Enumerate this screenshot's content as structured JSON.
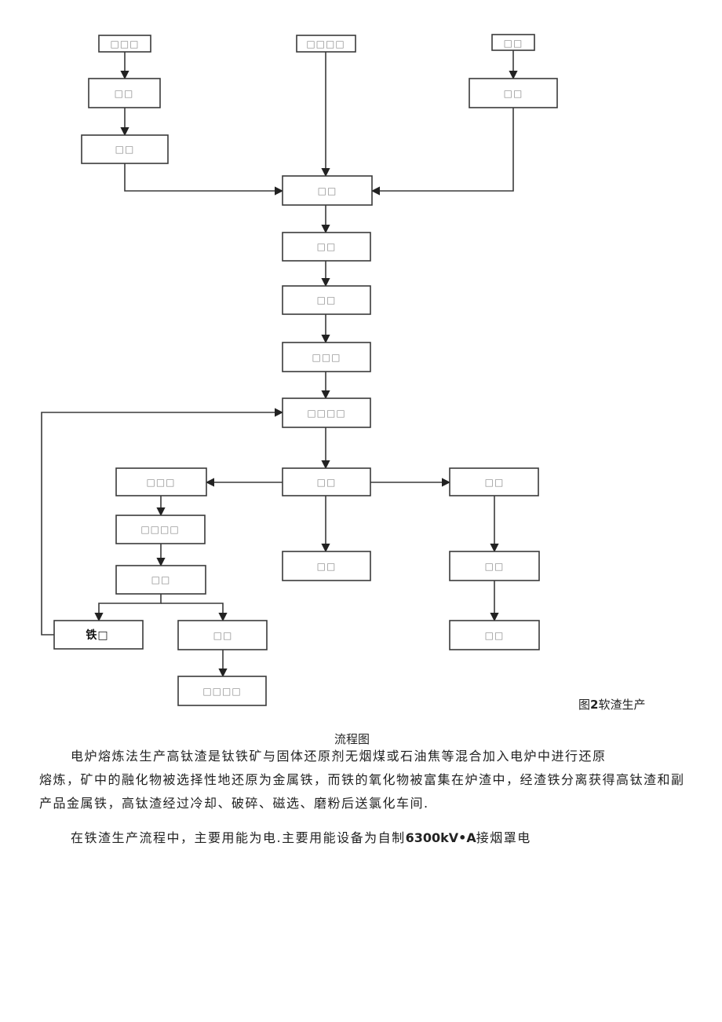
{
  "flowchart": {
    "boxes": [
      {
        "id": "b1",
        "text": "□□□"
      },
      {
        "id": "b2",
        "text": "□□□□"
      },
      {
        "id": "b3",
        "text": "□□"
      },
      {
        "id": "b4",
        "text": "□□"
      },
      {
        "id": "b5",
        "text": "□□"
      },
      {
        "id": "b6",
        "text": "□□"
      },
      {
        "id": "b7",
        "text": "□□"
      },
      {
        "id": "b8",
        "text": "□□"
      },
      {
        "id": "b9",
        "text": "□□"
      },
      {
        "id": "b10",
        "text": "□□□"
      },
      {
        "id": "b11",
        "text": "□□□□"
      },
      {
        "id": "b12",
        "text": "□□□"
      },
      {
        "id": "b13",
        "text": "□□"
      },
      {
        "id": "b14",
        "text": "□□"
      },
      {
        "id": "b15",
        "text": "□□□□"
      },
      {
        "id": "b16",
        "text": "□□"
      },
      {
        "id": "b17",
        "text": "□□"
      },
      {
        "id": "b18",
        "text": "□□"
      },
      {
        "id": "b19",
        "text": "铁□"
      },
      {
        "id": "b20",
        "text": "□□"
      },
      {
        "id": "b21",
        "text": "□□"
      },
      {
        "id": "b22",
        "text": "□□□□"
      }
    ]
  },
  "figure": {
    "label_prefix": "图",
    "label_number": "2",
    "label_suffix": "软渣生产",
    "title": "流程图"
  },
  "paragraphs": {
    "p1_line1": "电炉熔炼法生产高钛渣是钛铁矿与固体还原剂无烟煤或石油焦等混合加入电炉中进行还原",
    "p1_rest": "熔炼，矿中的融化物被选择性地还原为金属铁，而铁的氧化物被富集在炉渣中，经渣铁分离获得高钛渣和副产品金属铁，高钛渣经过冷却、破碎、磁选、磨粉后送氯化车间.",
    "p2_text": "在铁渣生产流程中，主要用能为电.主要用能设备为自制",
    "p2_bold": "6300kV•A",
    "p2_tail": "接烟罩电"
  }
}
